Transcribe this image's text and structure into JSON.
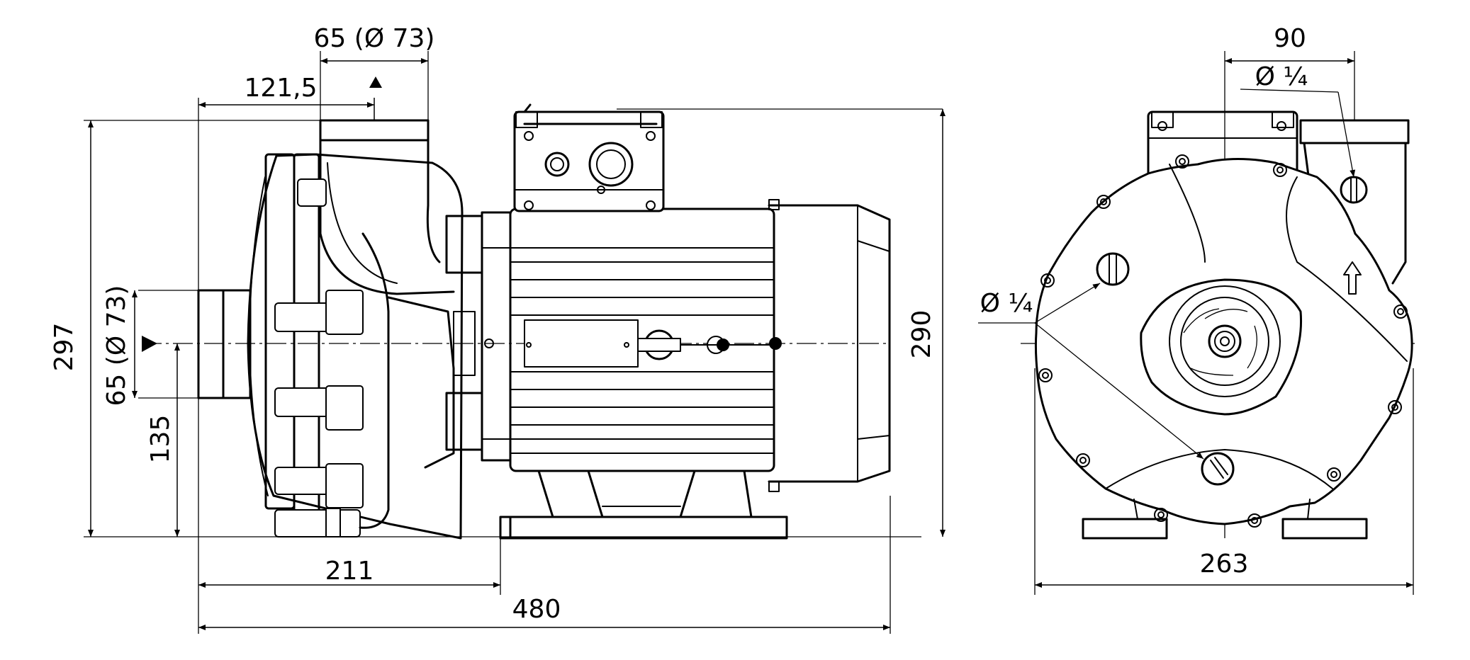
{
  "side_view": {
    "dims": {
      "outlet_top": "65 (Ø 73)",
      "outlet_offset": "121,5",
      "height_total": "297",
      "inlet": "65 (Ø 73)",
      "axis_height": "135",
      "foot_offset": "211",
      "length_total": "480",
      "height_motor": "290"
    }
  },
  "front_view": {
    "dims": {
      "outlet_offset": "90",
      "vent_plug": "Ø ¼",
      "drain_plug": "Ø ¼",
      "width_total": "263"
    }
  }
}
